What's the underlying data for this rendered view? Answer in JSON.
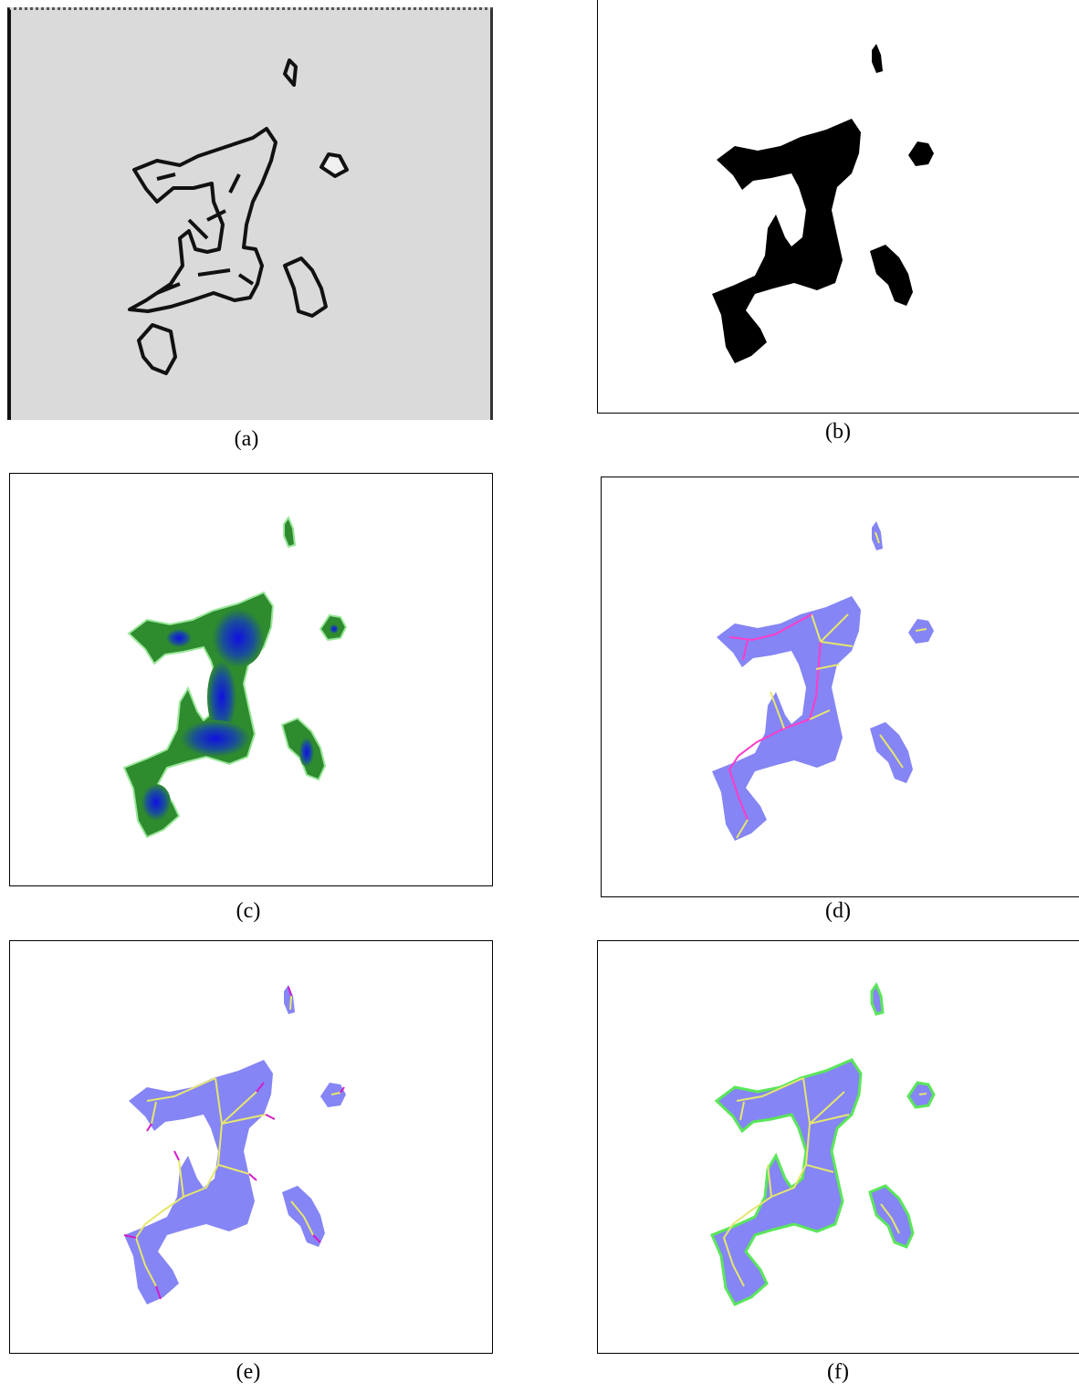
{
  "panels": [
    {
      "id": "a",
      "label": "(a)"
    },
    {
      "id": "b",
      "label": "(b)"
    },
    {
      "id": "c",
      "label": "(c)"
    },
    {
      "id": "d",
      "label": "(d)"
    },
    {
      "id": "e",
      "label": "(e)"
    },
    {
      "id": "f",
      "label": "(f)"
    }
  ],
  "colors": {
    "gray_background": "#dadada",
    "binary_shape": "#000000",
    "distance_outer": "#2e8b2e",
    "distance_inner": "#1010e0",
    "region_fill": "#8585f5",
    "skeleton_pink": "#ff3cc8",
    "skeleton_yellow": "#e6e66e",
    "endpoint_magenta": "#d21ec8",
    "border_green": "#5ae65a"
  }
}
